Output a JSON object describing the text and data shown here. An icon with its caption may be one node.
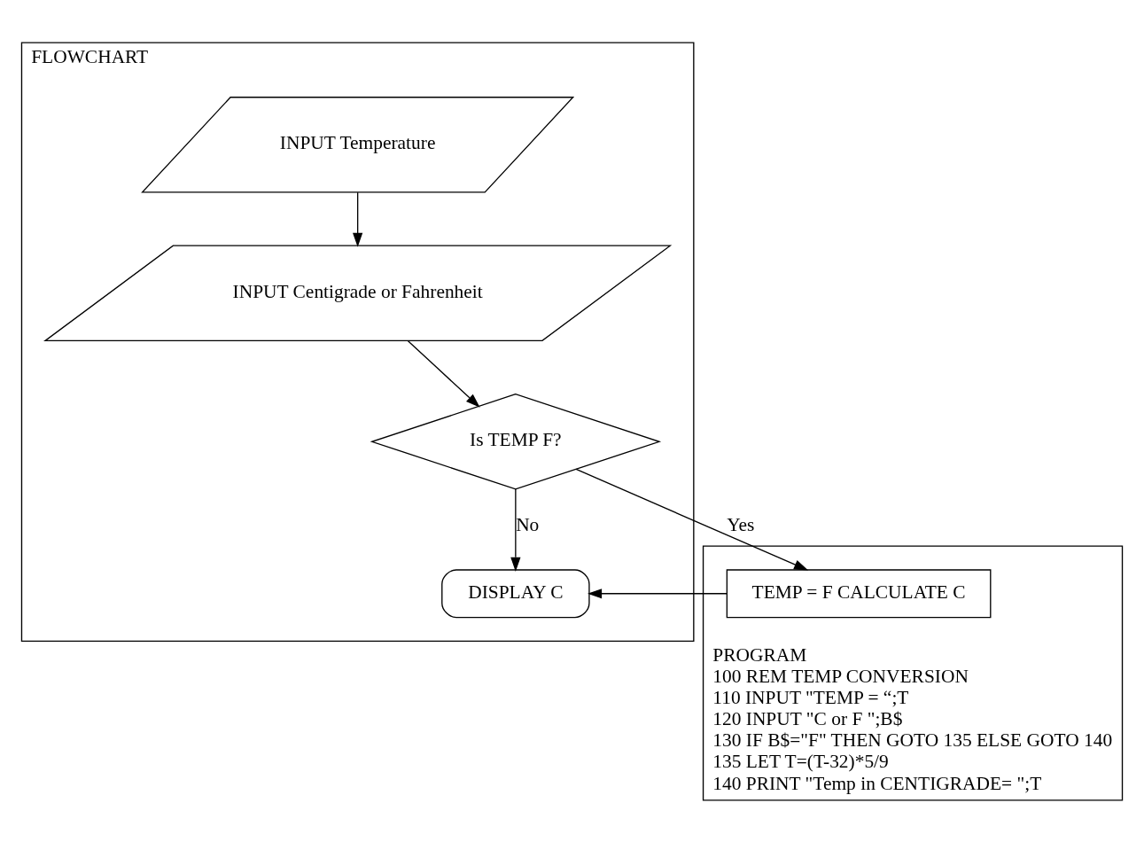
{
  "diagram": {
    "nodes": [
      {
        "text": [
          "FLOWCHART"
        ]
      },
      {
        "text": [
          "INPUT Temperature"
        ],
        "in": 0
      },
      {
        "text": [
          "INPUT Centigrade or Fahrenheit"
        ],
        "in": 0
      },
      {
        "text": [
          "Is TEMP F?"
        ],
        "in": 0
      },
      {
        "text": [
          "DISPLAY C"
        ],
        "in": 0
      },
      {
        "text": [
          "PROGRAM",
          "100 REM TEMP CONVERSION",
          "110 INPUT \"TEMP = “;T",
          "120 INPUT \"C or F \";B$",
          "130 IF B$=\"F\" THEN GOTO 135 ELSE GOTO 140",
          "135 LET T=(T-32)*5/9",
          "140 PRINT \"Temp in CENTIGRADE= \";T"
        ]
      },
      {
        "text": [
          "TEMP = F CALCULATE C"
        ],
        "in": 5
      }
    ],
    "edges": [
      {
        "from": 1,
        "to": 2,
        "arrow": "to"
      },
      {
        "from": 2,
        "to": 3,
        "arrow": "to"
      },
      {
        "from": 3,
        "to": 6,
        "arrow": "to",
        "label": "Yes"
      },
      {
        "from": 3,
        "to": 4,
        "arrow": "to",
        "label": "No"
      },
      {
        "from": 6,
        "to": 4,
        "arrow": "to"
      }
    ]
  }
}
